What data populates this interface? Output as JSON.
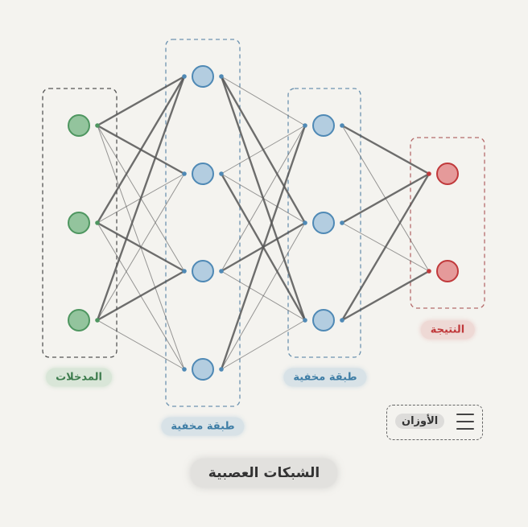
{
  "title": "الشبكات العصبية",
  "layers": [
    {
      "id": "inputs",
      "label": "المدخلات",
      "neurons": 3,
      "color": "#5a9e6a"
    },
    {
      "id": "hidden1",
      "label": "طبقة مخفية",
      "neurons": 4,
      "color": "#5b8fb9"
    },
    {
      "id": "hidden2",
      "label": "طبقة مخفية",
      "neurons": 3,
      "color": "#5b8fb9"
    },
    {
      "id": "output",
      "label": "النتيجة",
      "neurons": 2,
      "color": "#c94545"
    }
  ],
  "legend": {
    "label": "الأوزان",
    "icon": "menu-lines-icon"
  },
  "colors": {
    "input_fill": "#93c49d",
    "input_stroke": "#4e9660",
    "hidden_fill": "#b3cde0",
    "hidden_stroke": "#4f89b5",
    "output_fill": "#e59a9a",
    "output_stroke": "#c0393b",
    "edge": "#555555"
  }
}
